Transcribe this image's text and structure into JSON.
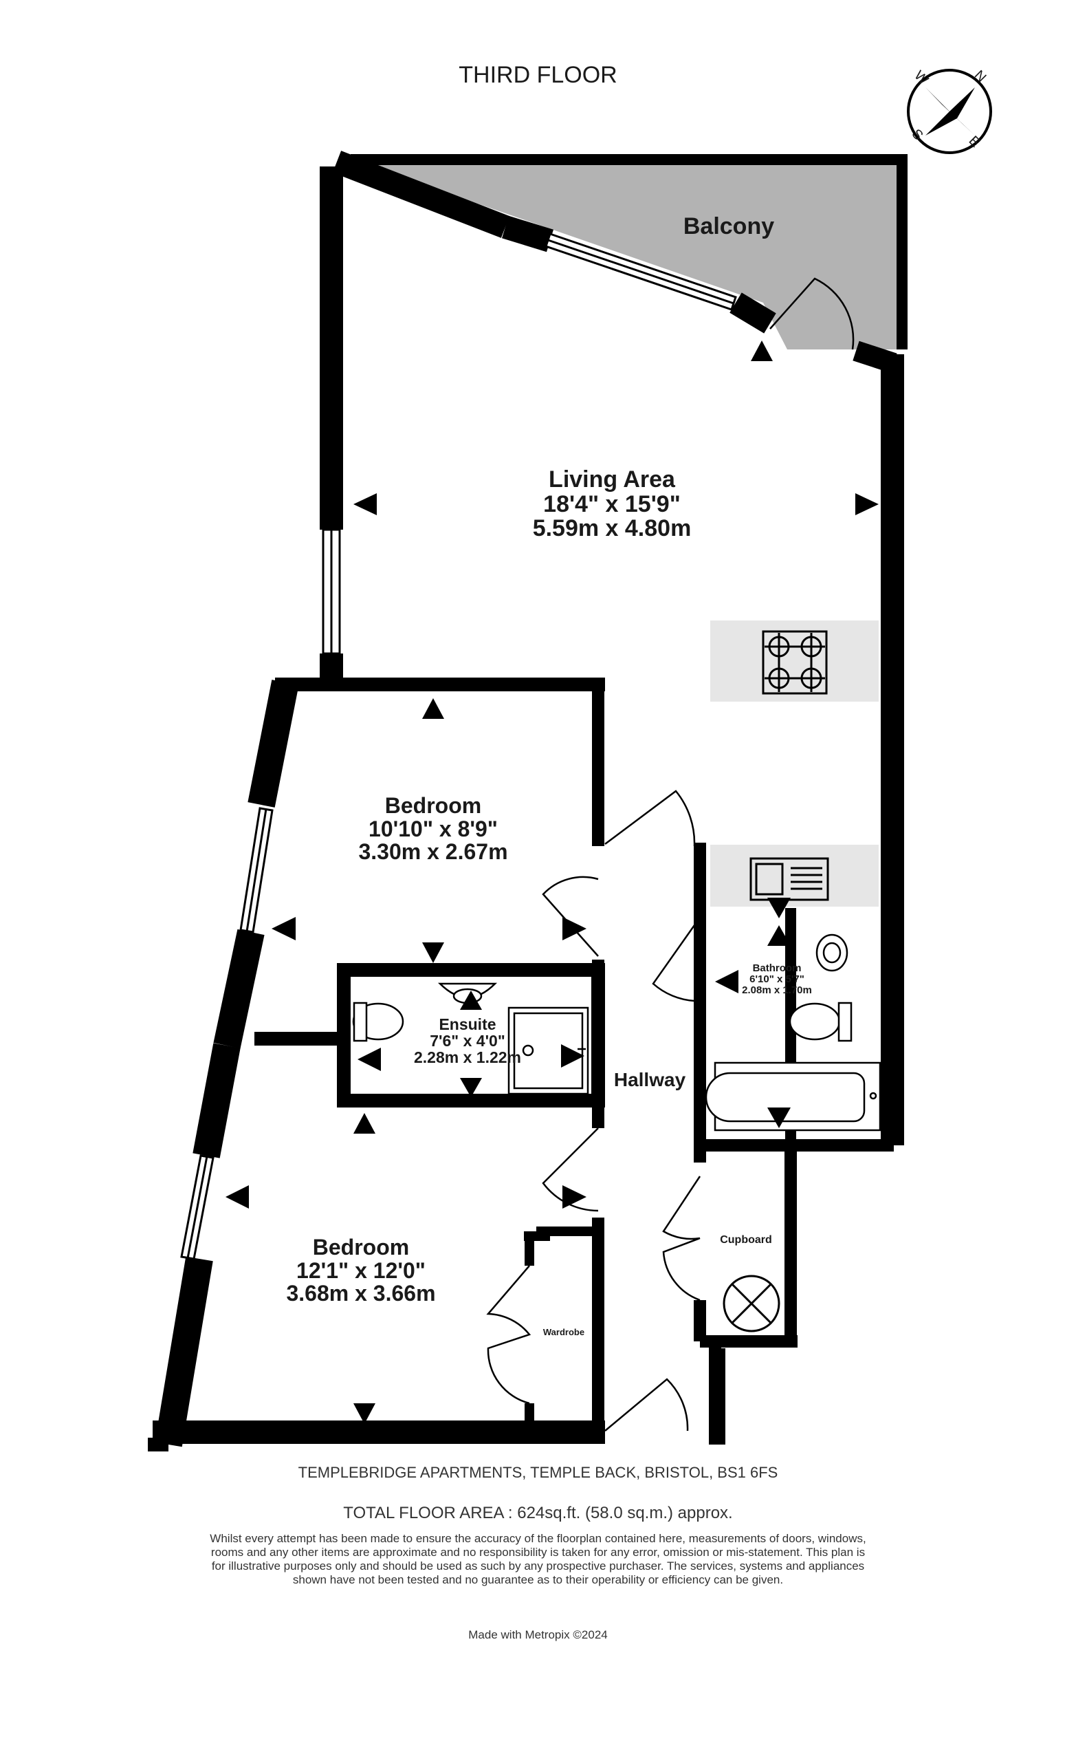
{
  "floor_label": "THIRD FLOOR",
  "compass": {
    "n": "N",
    "e": "E",
    "s": "S",
    "w": "W"
  },
  "rooms": {
    "balcony": {
      "name": "Balcony"
    },
    "living": {
      "name": "Living Area",
      "imperial": "18'4\"  x 15'9\"",
      "metric": "5.59m  x 4.80m"
    },
    "bedroom1": {
      "name": "Bedroom",
      "imperial": "10'10\"  x 8'9\"",
      "metric": "3.30m  x 2.67m"
    },
    "ensuite": {
      "name": "Ensuite",
      "imperial": "7'6\"  x 4'0\"",
      "metric": "2.28m  x 1.22m"
    },
    "hallway": {
      "name": "Hallway"
    },
    "bathroom": {
      "name": "Bathroom",
      "imperial": "6'10\"  x 5'7\"",
      "metric": "2.08m  x 1.70m"
    },
    "bedroom2": {
      "name": "Bedroom",
      "imperial": "12'1\"  x 12'0\"",
      "metric": "3.68m  x 3.66m"
    },
    "cupboard": {
      "name": "Cupboard"
    },
    "wardrobe": {
      "name": "Wardrobe"
    }
  },
  "address": "TEMPLEBRIDGE APARTMENTS, TEMPLE BACK, BRISTOL, BS1 6FS",
  "total_area": "TOTAL FLOOR AREA : 624sq.ft. (58.0 sq.m.) approx.",
  "disclaimer": "Whilst every attempt has been made to ensure the accuracy of the floorplan contained here, measurements of doors, windows, rooms and any other items are approximate and no responsibility is taken for any error, omission or mis-statement. This plan is for illustrative purposes only and should be used as such by any prospective purchaser. The services, systems and appliances shown have not been tested and no guarantee as to their operability or efficiency can be given.",
  "copyright": "Made with Metropix ©2024"
}
